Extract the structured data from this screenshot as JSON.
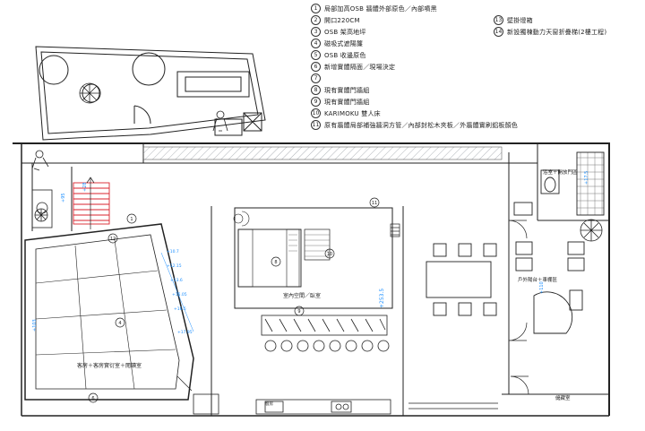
{
  "legend": [
    {
      "num": "1",
      "text": "局部加高OSB 牆體外部原色／內部噴黑"
    },
    {
      "num": "2",
      "text": "開口220CM"
    },
    {
      "num": "3",
      "text": "OSB 架高地坪"
    },
    {
      "num": "4",
      "text": "磁吸式遮陽簾"
    },
    {
      "num": "5",
      "text": "OSB 收邊原色"
    },
    {
      "num": "6",
      "text": "新增實體隔面／現場決定"
    },
    {
      "num": "7",
      "text": ""
    },
    {
      "num": "8",
      "text": "現有實體門牆組"
    },
    {
      "num": "9",
      "text": "現有實體門牆組"
    },
    {
      "num": "10",
      "text": "KARIMOKU 雙人床"
    },
    {
      "num": "11",
      "text": "原有牆體局部補強牆洞方管／內部封松木夾板／外牆體實刷鋁板顏色"
    },
    {
      "num": "13",
      "text": "壁掛燈箱"
    },
    {
      "num": "14",
      "text": "新設獨棟動力天窗折疊梯(2樓工程)"
    }
  ],
  "rooms": {
    "living": "室內空間／臥室",
    "garden": "客房＋客房實衍室＋閱讀室",
    "bath": "浴室＋開放門區",
    "balcony": "戶外陽台＋車棚區",
    "storage": "儲藏室",
    "kitchen": "廚房"
  },
  "tags": {
    "t8": "8",
    "t10": "10",
    "t11": "11",
    "t4": "4",
    "t6": "6",
    "t1": "1",
    "t9": "9",
    "t12": "12"
  },
  "dims": {
    "d_right_upper": "+17.5",
    "d_right_lower": "+110",
    "d_center": "+253.5",
    "d_left": "+103",
    "d_left2": "+95",
    "d_stair": "+28",
    "d_step1": "+10.7",
    "d_step2": "+12.15",
    "d_step3": "+13.6",
    "d_step4": "+15.05",
    "d_step5": "+16.5",
    "d_step6": "+17.95"
  },
  "colors": {
    "line": "#222222",
    "stair": "#d9232d",
    "dim": "#1e90ff",
    "hatch": "#9aa0a6"
  }
}
